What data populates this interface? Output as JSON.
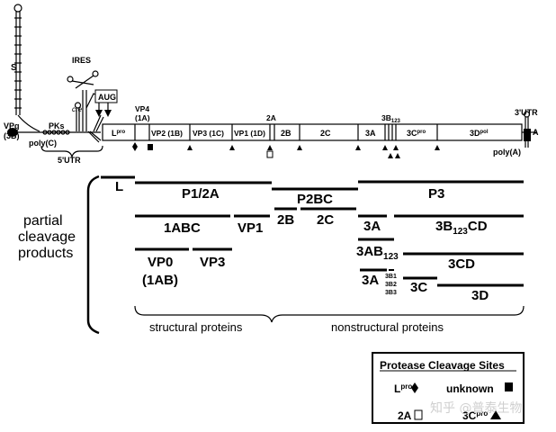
{
  "genome": {
    "utr5": "5'UTR",
    "utr3": "3'UTR",
    "vpg": [
      "VPg",
      "(3B)"
    ],
    "polyc": "poly(C)",
    "s": "S",
    "pks": "PKs",
    "cre": "cre",
    "ires": "IRES",
    "aug": "AUG",
    "polya": "poly(A)",
    "a_tail": "A",
    "vp4_top": [
      "VP4",
      "(1A)"
    ],
    "lpro": "L",
    "lpro_sup": "pro",
    "vp2": "VP2 (1B)",
    "vp3": "VP3 (1C)",
    "vp1": "VP1 (1D)",
    "a2_top": "2A",
    "b2": "2B",
    "c2": "2C",
    "a3": "3A",
    "b3_top": "3B",
    "b3_sub": "123",
    "c3": "3C",
    "c3_sup": "pro",
    "d3": "3D",
    "d3_sup": "pol"
  },
  "partial_label": [
    "partial",
    "cleavage",
    "products"
  ],
  "products": {
    "L": "L",
    "P12A": "P1/2A",
    "P2BC": "P2BC",
    "P3": "P3",
    "ABC": "1ABC",
    "VP1": "VP1",
    "B2": "2B",
    "C2": "2C",
    "A3": "3A",
    "B123CD_main": "3B",
    "B123CD_sub": "123",
    "B123CD_tail": "CD",
    "VP0": "VP0",
    "VP0b": "(1AB)",
    "VP3": "VP3",
    "AB123_main": "3AB",
    "AB123_sub": "123",
    "CD3": "3CD",
    "A3b": "3A",
    "B1": "3B1",
    "B2s": "3B2",
    "B3": "3B3",
    "C3": "3C",
    "D3": "3D"
  },
  "structural": "structural proteins",
  "nonstructural": "nonstructural proteins",
  "legend": {
    "title": "Protease Cleavage Sites",
    "lpro": "L",
    "lpro_sup": "pro",
    "unknown": "unknown",
    "a2": "2A",
    "c3": "3C",
    "c3_sup": "pro"
  },
  "watermark": "知乎 @普泰生物"
}
